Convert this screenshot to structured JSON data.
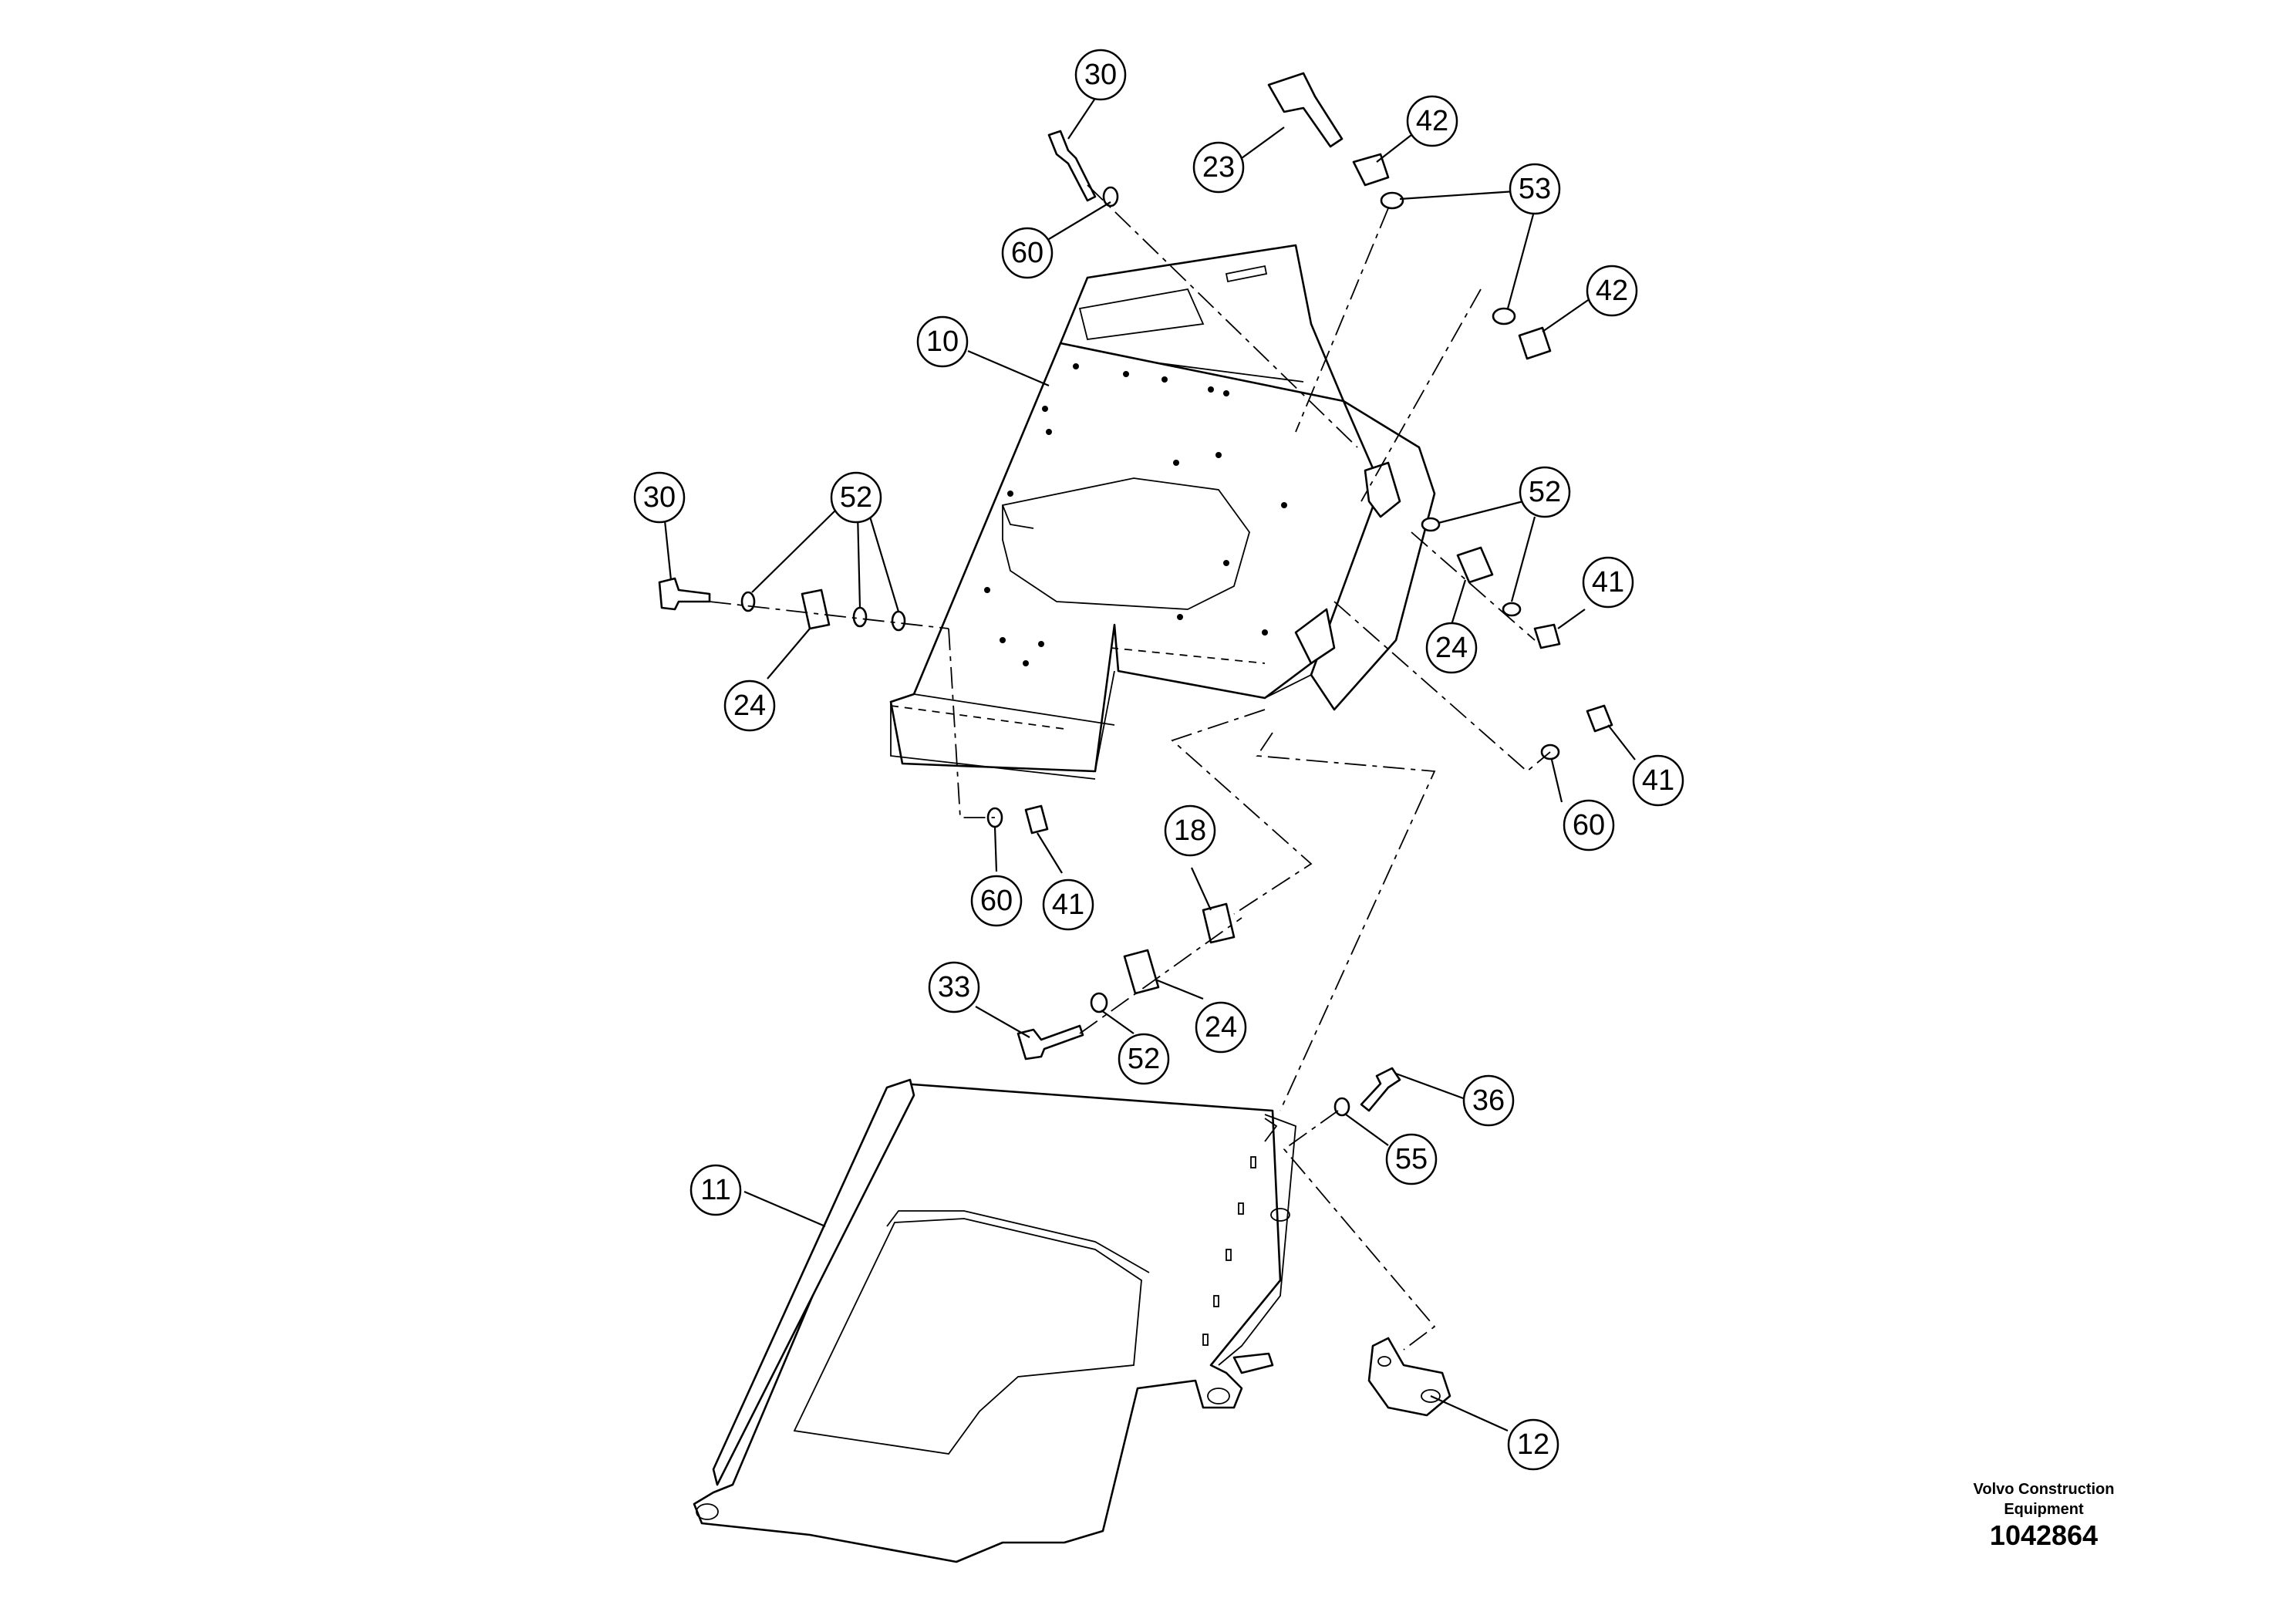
{
  "diagram": {
    "callouts": [
      {
        "id": "c30a",
        "label": "30"
      },
      {
        "id": "c60a",
        "label": "60"
      },
      {
        "id": "c23",
        "label": "23"
      },
      {
        "id": "c42a",
        "label": "42"
      },
      {
        "id": "c53",
        "label": "53"
      },
      {
        "id": "c42b",
        "label": "42"
      },
      {
        "id": "c10",
        "label": "10"
      },
      {
        "id": "c30b",
        "label": "30"
      },
      {
        "id": "c52a",
        "label": "52"
      },
      {
        "id": "c24a",
        "label": "24"
      },
      {
        "id": "c52b",
        "label": "52"
      },
      {
        "id": "c41a",
        "label": "41"
      },
      {
        "id": "c24b",
        "label": "24"
      },
      {
        "id": "c41b",
        "label": "41"
      },
      {
        "id": "c60b",
        "label": "60"
      },
      {
        "id": "c18",
        "label": "18"
      },
      {
        "id": "c60c",
        "label": "60"
      },
      {
        "id": "c41c",
        "label": "41"
      },
      {
        "id": "c33",
        "label": "33"
      },
      {
        "id": "c24c",
        "label": "24"
      },
      {
        "id": "c52c",
        "label": "52"
      },
      {
        "id": "c36",
        "label": "36"
      },
      {
        "id": "c55",
        "label": "55"
      },
      {
        "id": "c11",
        "label": "11"
      },
      {
        "id": "c12",
        "label": "12"
      }
    ]
  },
  "credit": {
    "company": "Volvo Construction Equipment",
    "number": "1042864"
  }
}
